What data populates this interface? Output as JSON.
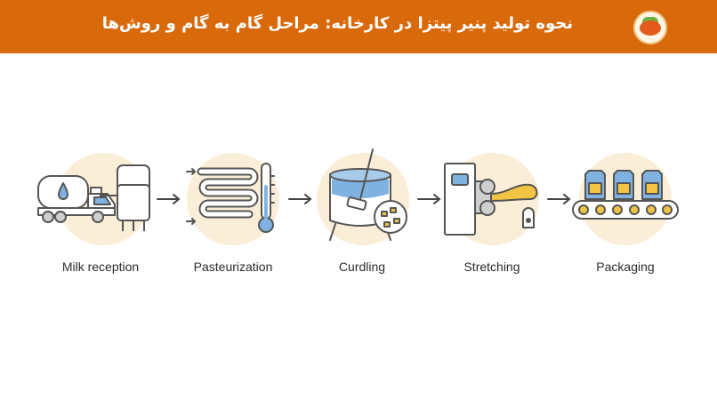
{
  "header": {
    "title": "نحوه تولید پنیر پیتزا در کارخانه: مراحل گام به گام و روش‌ها",
    "background_color": "#d96a0b",
    "logo_icon": "cheese-brand-logo-icon"
  },
  "steps": [
    {
      "label": "Milk reception",
      "icon": "milk-truck-tank-icon"
    },
    {
      "label": "Pasteurization",
      "icon": "heat-exchanger-thermometer-icon"
    },
    {
      "label": "Curdling",
      "icon": "curdling-vat-icon"
    },
    {
      "label": "Stretching",
      "icon": "stretching-machine-icon"
    },
    {
      "label": "Packaging",
      "icon": "conveyor-packaging-icon"
    }
  ],
  "colors": {
    "accent": "#d96a0b",
    "circle": "#fbeed8",
    "blue": "#7fb2e0",
    "cheese": "#f2c443",
    "stroke": "#555555"
  }
}
